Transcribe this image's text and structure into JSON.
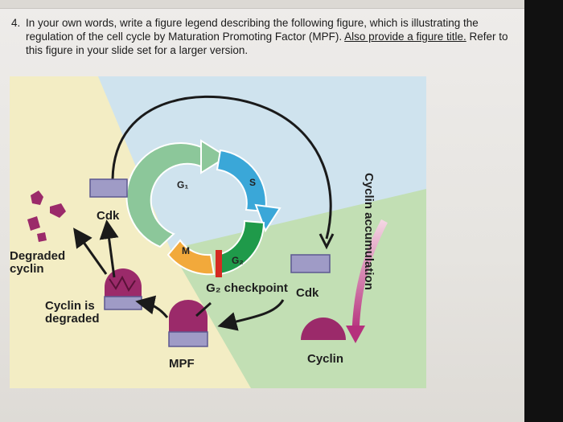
{
  "question": {
    "number": "4.",
    "text_before_underline": "In your own words, write a figure legend describing the following figure, which is illustrating the regulation of the cell cycle by Maturation Promoting Factor (MPF). ",
    "underlined_text": "Also provide a figure title.",
    "text_after": " Refer to this figure in your slide set for a larger version."
  },
  "figure": {
    "labels": {
      "cdk_top": "Cdk",
      "degraded_cyclin": "Degraded cyclin",
      "cyclin_is_degraded": "Cyclin is degraded",
      "g2_checkpoint": "G₂ checkpoint",
      "cdk_right": "Cdk",
      "cyclin": "Cyclin",
      "mpf": "MPF",
      "cyclin_accumulation": "Cyclin accumulation"
    },
    "phases": {
      "g1": "G₁",
      "s": "S",
      "g2": "G₂",
      "m": "M"
    },
    "colors": {
      "g1": "#8cc79a",
      "s": "#3aa7d8",
      "g2": "#1f9a4a",
      "m": "#f2a93b",
      "cdk": "#9f9bc6",
      "cyclin": "#9b2a6a",
      "background_blue": "#cfe3ee",
      "background_green": "#c2dfb4",
      "background_yellow": "#f3edc4"
    }
  }
}
